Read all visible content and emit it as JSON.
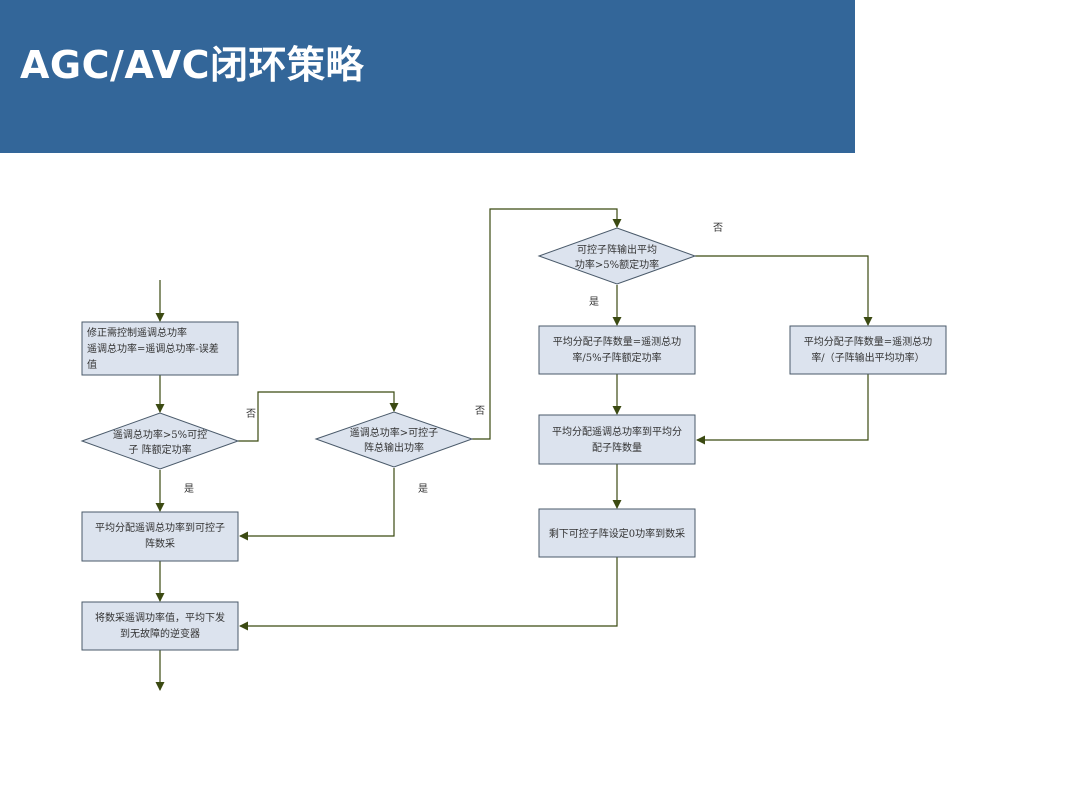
{
  "header": {
    "title": "AGC/AVC闭环策略"
  },
  "colors": {
    "banner": "#336699",
    "box_fill": "#DCE3EE",
    "box_stroke": "#4A5A6A",
    "line": "#3B4A12"
  },
  "flowchart": {
    "nodes": {
      "n_correct": [
        "修正需控制遥调总功率",
        "遥调总功率=遥调总功率-误差",
        "值"
      ],
      "d_5pct_rated": [
        "遥调总功率>5%可控",
        "子 阵额定功率"
      ],
      "d_total_output": [
        "遥调总功率>可控子",
        "阵总输出功率"
      ],
      "n_avg_to_ctrl": [
        "平均分配遥调总功率到可控子",
        "阵数采"
      ],
      "n_send": [
        "将数采遥调功率值，平均下发",
        "到无故障的逆变器"
      ],
      "d_avg_output": [
        "可控子阵输出平均",
        "功率>5%额定功率"
      ],
      "n_count_rated": [
        "平均分配子阵数量=遥测总功",
        "率/5%子阵额定功率"
      ],
      "n_count_avg": [
        "平均分配子阵数量=遥测总功",
        "率/（子阵输出平均功率）"
      ],
      "n_avg_to_count": [
        "平均分配遥调总功率到平均分",
        "配子阵数量"
      ],
      "n_rest_zero": [
        "剩下可控子阵设定0功率到数采"
      ]
    },
    "labels": {
      "no_1": "否",
      "yes_1": "是",
      "no_2": "否",
      "yes_2": "是",
      "no_3": "否",
      "yes_3": "是"
    }
  }
}
